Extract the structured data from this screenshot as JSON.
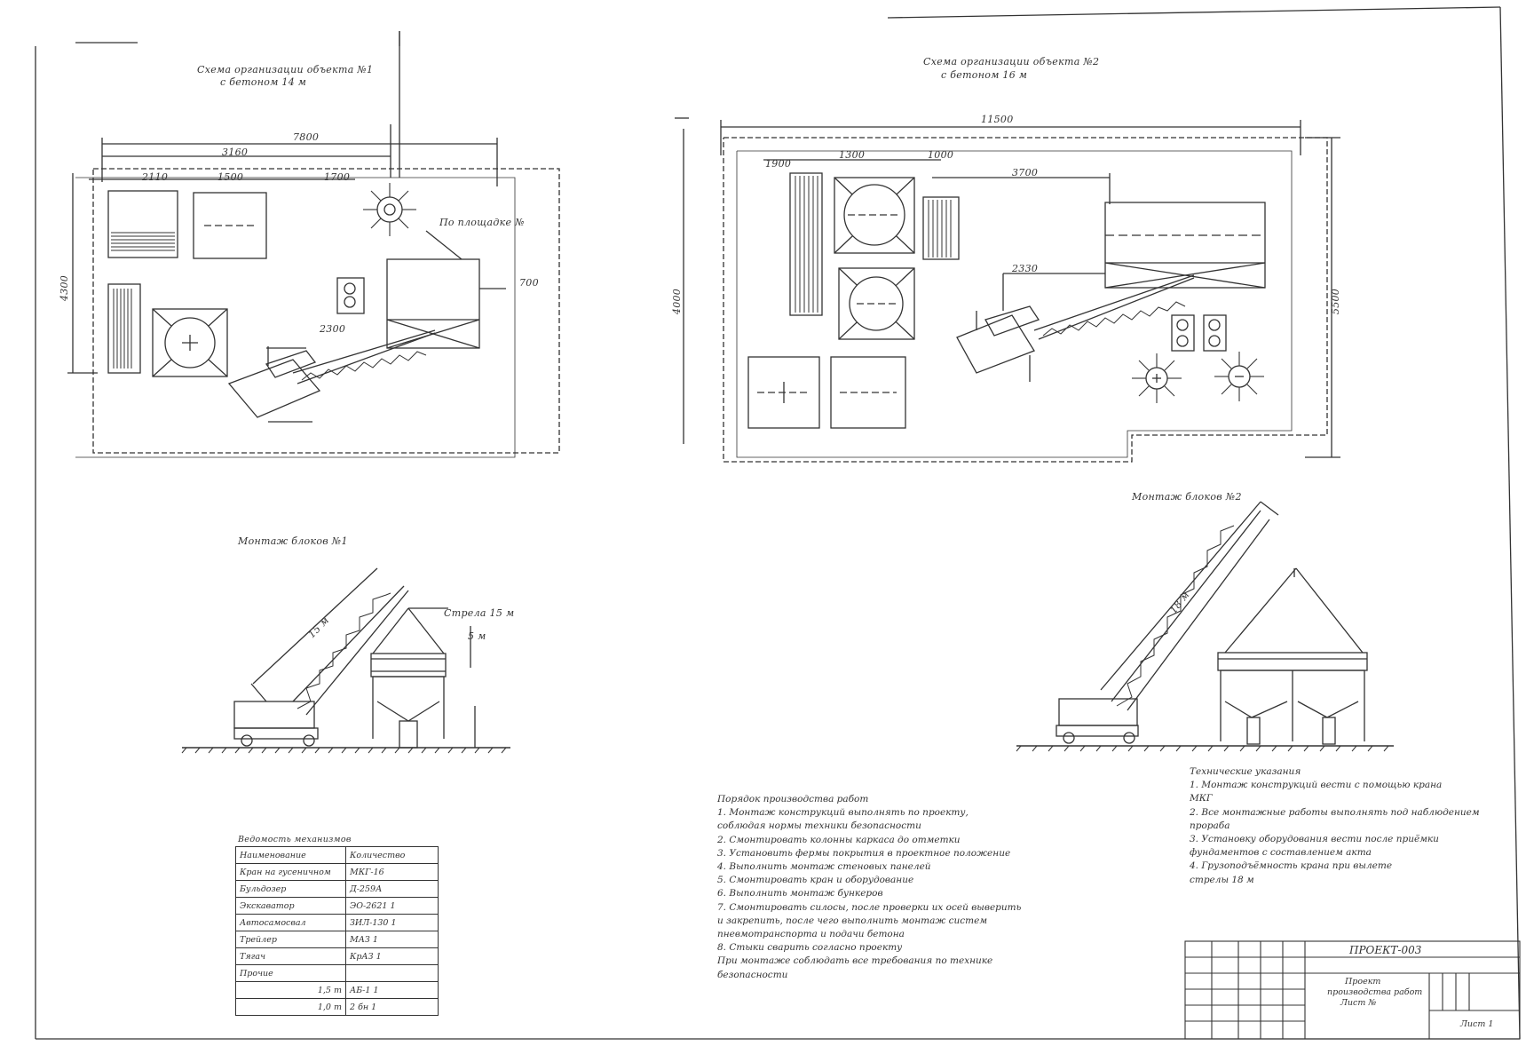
{
  "plan_left": {
    "title_line1": "Схема организации объекта №1",
    "title_line2": "с бетоном 14 м",
    "dims": {
      "total": "7800",
      "left": "3160",
      "d1": "2110",
      "d2": "1500",
      "d3": "1700",
      "height": "4300",
      "crane": "2300",
      "side": "700"
    },
    "note": "По площадке №"
  },
  "plan_right": {
    "title_line1": "Схема организации объекта №2",
    "title_line2": "с бетоном 16 м",
    "dims": {
      "total": "11500",
      "d1": "1900",
      "d2": "1300",
      "d3": "1000",
      "d4": "3700",
      "crane": "2330",
      "height": "5500",
      "side": "4000"
    }
  },
  "elevation_left": {
    "title": "Монтаж блоков №1",
    "boom": "15 м",
    "label": "Стрела 15 м",
    "height": "5 м"
  },
  "elevation_right": {
    "title": "Монтаж блоков №2",
    "boom": "18 м"
  },
  "spec_table": {
    "caption": "Ведомость механизмов",
    "rows": [
      [
        "Наименование",
        "Количество"
      ],
      [
        "Кран на гусеничном",
        "МКГ-16"
      ],
      [
        "Бульдозер",
        "Д-259А"
      ],
      [
        "Экскаватор",
        "ЭО-2621 1"
      ],
      [
        "Автосамосвал",
        "ЗИЛ-130  1"
      ],
      [
        "Трейлер",
        "МАЗ  1"
      ],
      [
        "Тягач",
        "КрАЗ  1"
      ],
      [
        "Прочие",
        ""
      ],
      [
        "1,5 т",
        "АБ-1  1"
      ],
      [
        "1,0 т",
        "2 бн  1"
      ]
    ]
  },
  "notes_center": {
    "title": "Порядок производства работ",
    "lines": [
      "1. Монтаж конструкций выполнять по проекту,",
      "соблюдая нормы техники безопасности",
      "2. Смонтировать колонны каркаса до отметки",
      "3. Установить фермы покрытия в проектное положение",
      "4. Выполнить монтаж стеновых панелей",
      "5. Смонтировать кран и оборудование",
      "6. Выполнить монтаж бункеров",
      "7. Смонтировать силосы, после проверки их осей выверить",
      "и закрепить, после чего выполнить монтаж систем",
      "пневмотранспорта и подачи бетона",
      "8. Стыки сварить согласно проекту",
      "   При монтаже соблюдать все требования по технике",
      "безопасности"
    ]
  },
  "notes_right": {
    "title": "Технические указания",
    "lines": [
      "1. Монтаж конструкций вести с помощью крана",
      "МКГ",
      "2. Все монтажные работы выполнять под наблюдением",
      "прораба",
      "3. Установку оборудования вести после приёмки",
      "фундаментов с составлением акта",
      "4. Грузоподъёмность крана при вылете",
      "стрелы 18 м"
    ]
  },
  "title_block": {
    "code": "ПРОЕКТ-003",
    "sheet_title1": "Проект",
    "sheet_title2": "производства работ",
    "sheet_title3": "Лист №",
    "sheet": "Лист 1"
  }
}
